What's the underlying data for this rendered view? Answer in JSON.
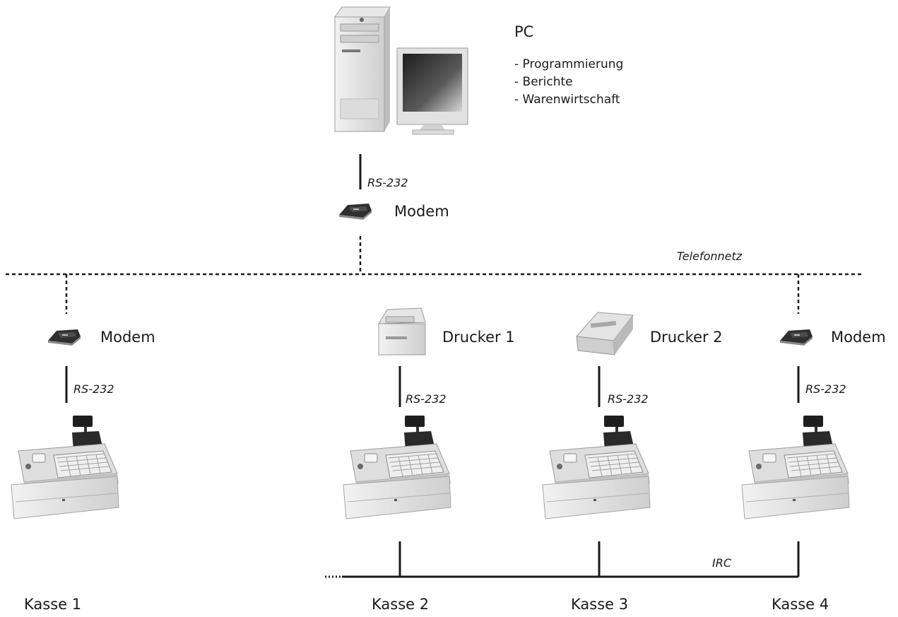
{
  "pc": {
    "title": "PC",
    "functions": [
      "- Programmierung",
      "- Berichte",
      "- Warenwirtschaft"
    ]
  },
  "links": {
    "rs232": "RS-232",
    "phone_network": "Telefonnetz",
    "irc": "IRC"
  },
  "devices": {
    "modem": "Modem",
    "printer1": "Drucker 1",
    "printer2": "Drucker 2"
  },
  "registers": [
    "Kasse 1",
    "Kasse 2",
    "Kasse 3",
    "Kasse 4"
  ]
}
